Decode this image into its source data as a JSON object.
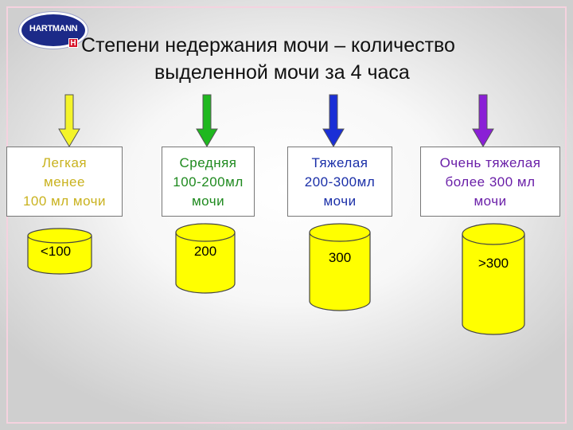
{
  "logo": {
    "text": "HARTMANN",
    "mark": "H"
  },
  "title": {
    "line1": "Степени недержания мочи – количество",
    "line2": "выделенной мочи за 4 часа"
  },
  "colors": {
    "arrow_mild": "#f4f42a",
    "arrow_moderate": "#1fb81f",
    "arrow_severe": "#1a2fd6",
    "arrow_very_severe": "#8a1fd6",
    "cylinder_fill": "#ffff00"
  },
  "levels": [
    {
      "name": "Легкая",
      "range": "менее",
      "unit": "100 мл мочи",
      "text_color": "#c9b21e",
      "amount": "<100"
    },
    {
      "name": "Средняя",
      "range": "100-200мл",
      "unit": "мочи",
      "text_color": "#1f8a1f",
      "amount": "200"
    },
    {
      "name": "Тяжелая",
      "range": "200-300мл",
      "unit": "мочи",
      "text_color": "#1a2fa8",
      "amount": "300"
    },
    {
      "name": "Очень тяжелая",
      "range": "более 300 мл",
      "unit": "мочи",
      "text_color": "#6a1fa8",
      "amount": ">300"
    }
  ]
}
